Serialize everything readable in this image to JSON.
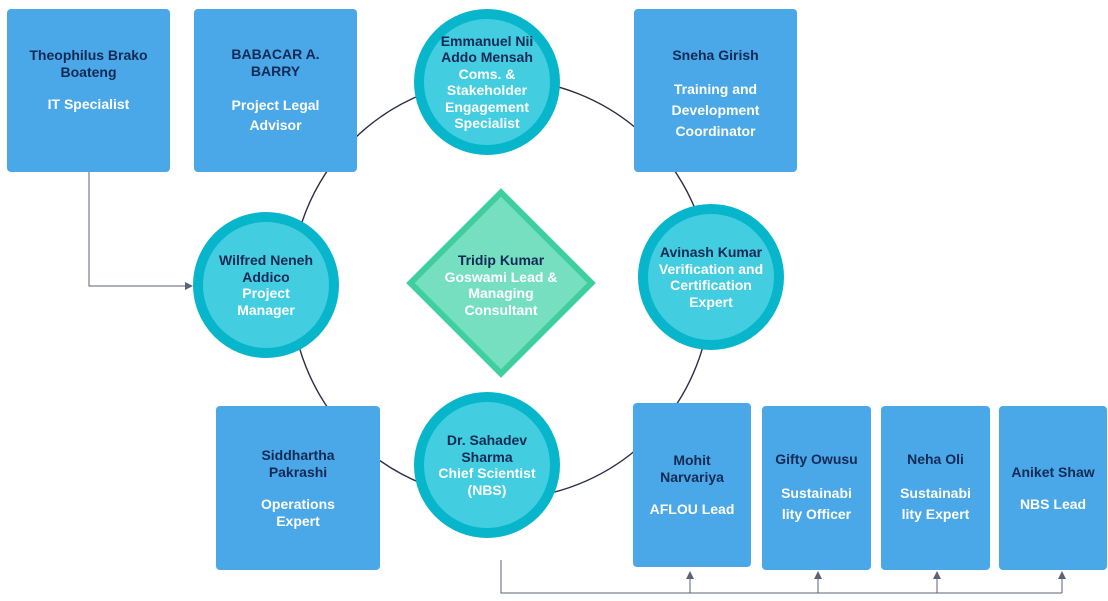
{
  "colors": {
    "box": "#4aa8e8",
    "circle_fill": "#42cde0",
    "circle_ring": "#07b6ca",
    "diamond_fill": "#76dfc0",
    "diamond_border": "#3fcf9f",
    "name_text": "#122a55",
    "role_text": "#ffffff",
    "connector": "#5b6378"
  },
  "center": {
    "name": "Tridip Kumar",
    "role": "Goswami Lead & Managing Consultant"
  },
  "circles": {
    "top": {
      "name": "Emmanuel Nii Addo Mensah",
      "role": "Coms. & Stakeholder Engagement Specialist"
    },
    "left": {
      "name": "Wilfred Neneh Addico",
      "role": "Project Manager"
    },
    "right": {
      "name": "Avinash Kumar",
      "role": "Verification and Certification Expert"
    },
    "bottom": {
      "name": "Dr. Sahadev Sharma",
      "role": "Chief Scientist (NBS)"
    }
  },
  "boxes": {
    "theophilus": {
      "name": "Theophilus Brako Boateng",
      "role": "IT Specialist"
    },
    "babacar": {
      "name": "BABACAR A. BARRY",
      "role": "Project Legal Advisor"
    },
    "sneha": {
      "name": "Sneha Girish",
      "role": "Training and Development Coordinator"
    },
    "siddhartha": {
      "name": "Siddhartha Pakrashi",
      "role": "Operations Expert"
    },
    "mohit": {
      "name": "Mohit Narvariya",
      "role": "AFLOU Lead"
    },
    "gifty": {
      "name": "Gifty Owusu",
      "role": "Sustainabi lity Officer"
    },
    "neha": {
      "name": "Neha Oli",
      "role": "Sustainabi lity Expert"
    },
    "aniket": {
      "name": "Aniket Shaw",
      "role": "NBS Lead"
    }
  }
}
